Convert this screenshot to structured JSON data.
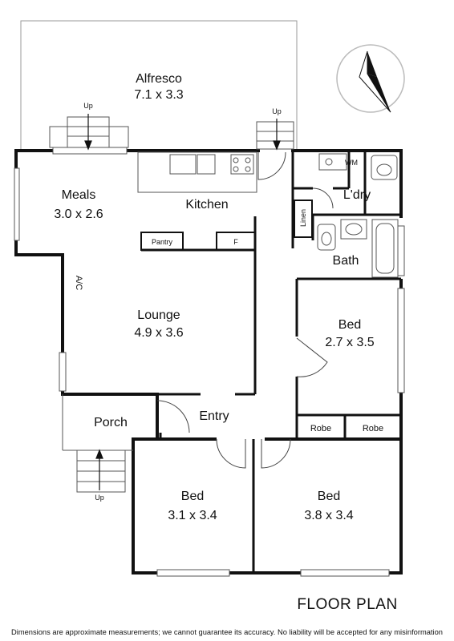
{
  "rooms": {
    "alfresco": {
      "name": "Alfresco",
      "size": "7.1 x 3.3"
    },
    "meals": {
      "name": "Meals",
      "size": "3.0 x 2.6"
    },
    "kitchen": {
      "name": "Kitchen"
    },
    "laundry": {
      "name": "L'dry"
    },
    "bath": {
      "name": "Bath"
    },
    "lounge": {
      "name": "Lounge",
      "size": "4.9 x 3.6"
    },
    "bed_east": {
      "name": "Bed",
      "size": "2.7 x 3.5"
    },
    "porch": {
      "name": "Porch"
    },
    "entry": {
      "name": "Entry"
    },
    "bed_southwest": {
      "name": "Bed",
      "size": "3.1 x 3.4"
    },
    "bed_southeast": {
      "name": "Bed",
      "size": "3.8 x 3.4"
    }
  },
  "fixtures": {
    "pantry": "Pantry",
    "fridge": "F",
    "washing_machine": "WM",
    "linen": "Linen",
    "ac": "A/C",
    "robe_left": "Robe",
    "robe_right": "Robe"
  },
  "steps": {
    "alfresco_up": "Up",
    "rear_up": "Up",
    "porch_up": "Up"
  },
  "title": "FLOOR PLAN",
  "disclaimer": "Dimensions are approximate measurements; we cannot guarantee its accuracy. No liability will be accepted for any misinformation",
  "compass": {
    "icon": "north-arrow-icon"
  },
  "colors": {
    "wall": "#111111",
    "line": "#555555",
    "background": "#ffffff"
  }
}
